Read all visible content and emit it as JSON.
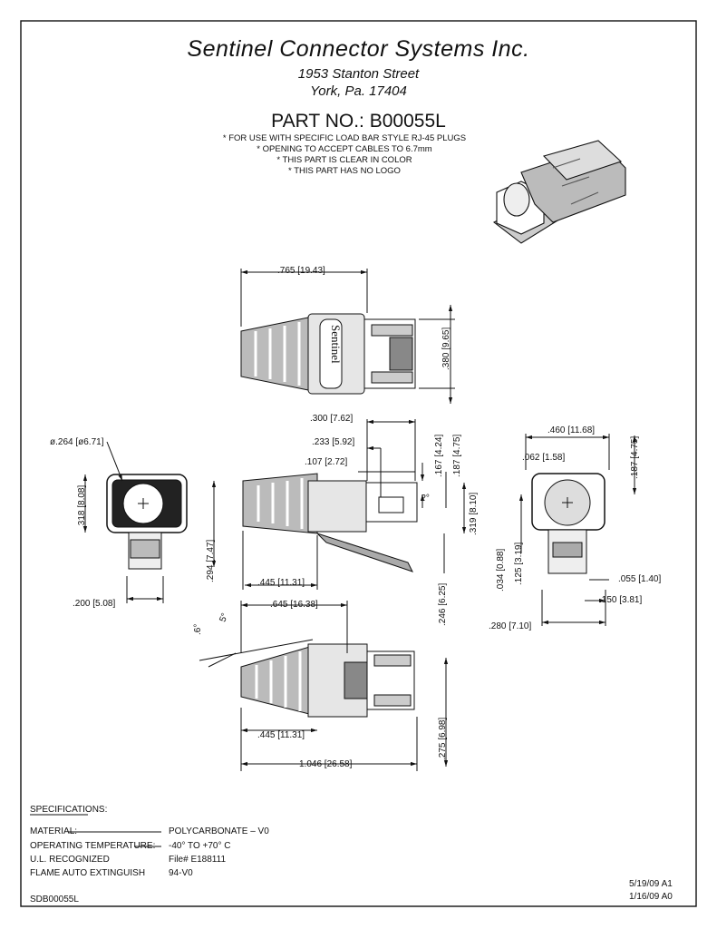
{
  "header": {
    "company": "Sentinel Connector Systems Inc.",
    "address_line1": "1953 Stanton Street",
    "address_line2": "York, Pa. 17404",
    "part_no_label": "PART NO.:",
    "part_no": "B00055L",
    "notes": [
      "* FOR USE WITH SPECIFIC LOAD BAR STYLE RJ-45 PLUGS",
      "* OPENING TO ACCEPT CABLES TO 6.7mm",
      "* THIS PART IS CLEAR IN COLOR",
      "* THIS PART HAS NO LOGO"
    ]
  },
  "drawing": {
    "logo_text": "Sentinel",
    "dims": {
      "top_len": ".765 [19.43]",
      "top_h": ".380 [9.65]",
      "s300": ".300 [7.62]",
      "s233": ".233 [5.92]",
      "s107": ".107 [2.72]",
      "s167": ".167 [4.24]",
      "s187": ".187 [4.75]",
      "s319": ".319 [8.10]",
      "s246": ".246 [6.25]",
      "s294": ".294 [7.47]",
      "s445": ".445 [11.31]",
      "s2deg": "2°",
      "f264": "ø.264 [ø6.71]",
      "f318": ".318 [8.08]",
      "f200": ".200 [5.08]",
      "r460": ".460 [11.68]",
      "r062": ".062 [1.58]",
      "r187": ".187 [4.75]",
      "r034": ".034 [0.88]",
      "r125": ".125 [3.19]",
      "r055": ".055 [1.40]",
      "r150": ".150 [3.81]",
      "r280": ".280 [7.10]",
      "b645": ".645 [16.38]",
      "b6deg": ".6°",
      "b5deg": "5°",
      "b445": ".445 [11.31]",
      "b275": ".275 [6.98]",
      "b1046": "1.046 [26.58]"
    }
  },
  "specs": {
    "heading": "SPECIFICATIONS:",
    "rows": [
      {
        "label": "MATERIAL:",
        "value": "POLYCARBONATE – V0"
      },
      {
        "label": "OPERATING TEMPERATURE:",
        "value": "-40° TO +70° C"
      },
      {
        "label": "U.L. RECOGNIZED",
        "value": "File# E188111"
      },
      {
        "label": "FLAME AUTO EXTINGUISH",
        "value": "94-V0"
      }
    ]
  },
  "revisions": [
    "5/19/09 A1",
    "1/16/09 A0"
  ],
  "drawing_no": "SDB00055L"
}
